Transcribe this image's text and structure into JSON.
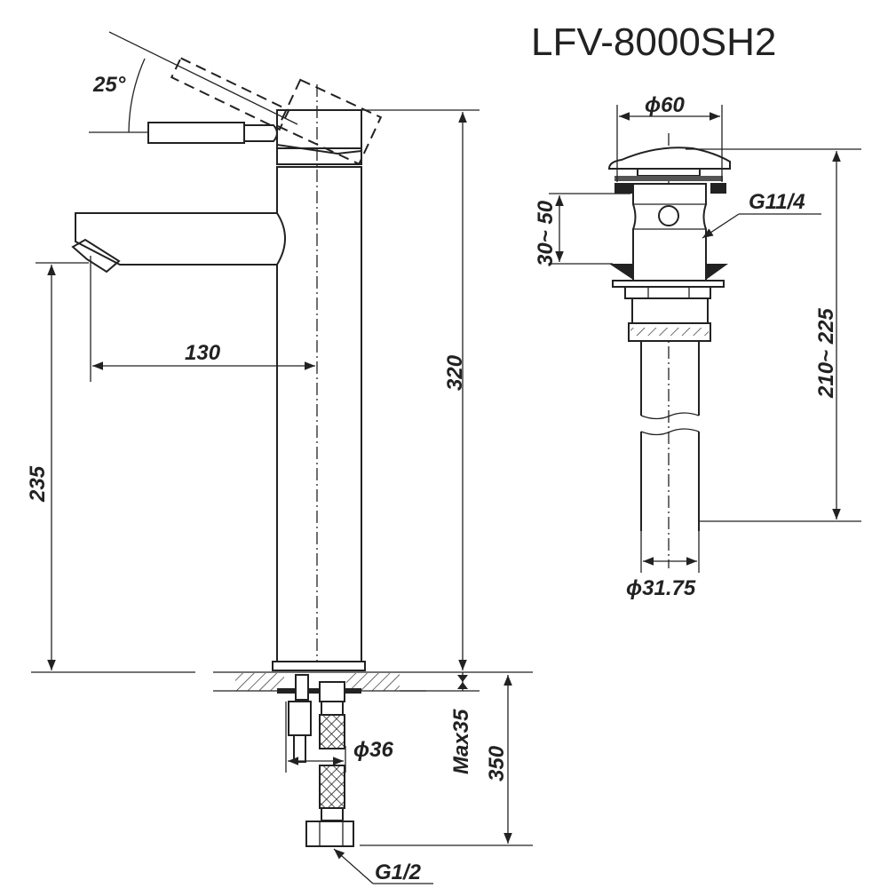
{
  "title": "LFV-8000SH2",
  "faucet": {
    "angle": "25°",
    "height": "320",
    "spout_height": "235",
    "spout_reach": "130",
    "hole_diameter": "ϕ36",
    "deck_thickness": "Max35",
    "hose_length": "350",
    "hose_thread": "G1/2"
  },
  "drain": {
    "cap_diameter": "ϕ60",
    "thread": "G11/4",
    "clamp_range": "30~ 50",
    "length_range": "210~ 225",
    "pipe_diameter": "ϕ31.75"
  },
  "colors": {
    "line": "#222222",
    "background": "#ffffff"
  }
}
